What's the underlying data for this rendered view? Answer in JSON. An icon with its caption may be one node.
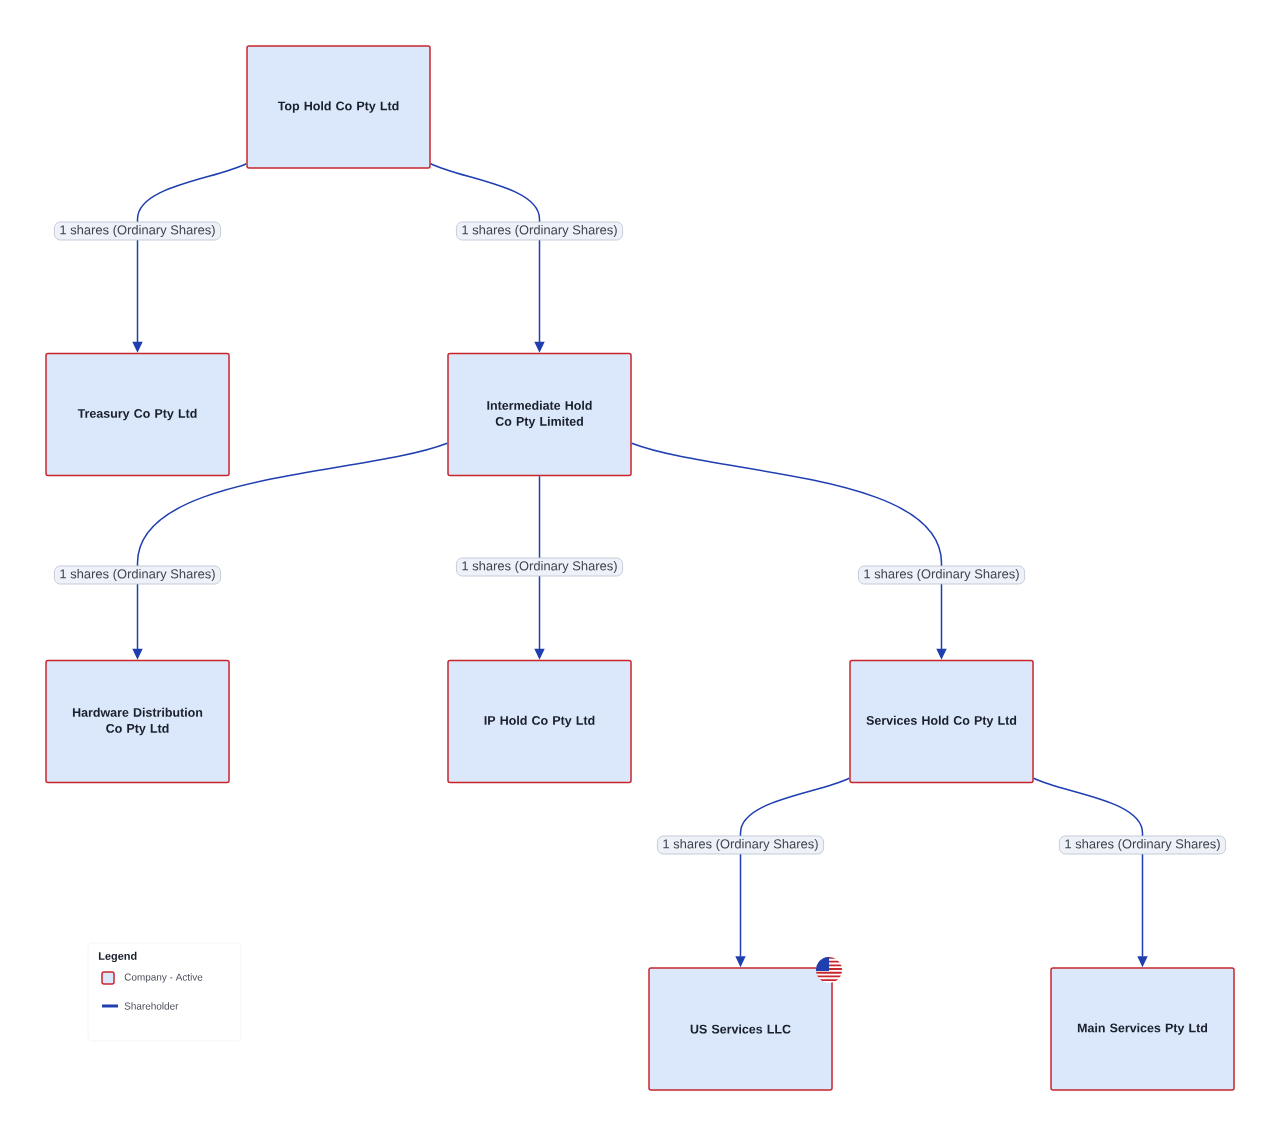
{
  "diagram": {
    "nodes": [
      {
        "text": [
          "Top Hold Co Pty Ltd"
        ]
      },
      {
        "text": [
          "Treasury Co Pty Ltd"
        ]
      },
      {
        "text": [
          "Intermediate Hold Co Pty Limited"
        ]
      },
      {
        "text": [
          "Hardware Distribution Co Pty Ltd"
        ]
      },
      {
        "text": [
          "IP Hold Co Pty Ltd"
        ]
      },
      {
        "text": [
          "Services Hold Co Pty Ltd"
        ]
      },
      {
        "text": [
          "US Services LLC"
        ]
      },
      {
        "text": [
          "Main Services Pty Ltd"
        ]
      }
    ],
    "edges": [
      {
        "from": 0,
        "to": 1,
        "arrow": "to",
        "label": "1 shares (Ordinary Shares)"
      },
      {
        "from": 0,
        "to": 2,
        "arrow": "to",
        "label": "1 shares (Ordinary Shares)"
      },
      {
        "from": 2,
        "to": 3,
        "arrow": "to",
        "label": "1 shares (Ordinary Shares)"
      },
      {
        "from": 2,
        "to": 4,
        "arrow": "to",
        "label": "1 shares (Ordinary Shares)"
      },
      {
        "from": 2,
        "to": 5,
        "arrow": "to",
        "label": "1 shares (Ordinary Shares)"
      },
      {
        "from": 5,
        "to": 6,
        "arrow": "to",
        "label": "1 shares (Ordinary Shares)"
      },
      {
        "from": 5,
        "to": 7,
        "arrow": "to",
        "label": "1 shares (Ordinary Shares)"
      }
    ],
    "labels": [
      "Legend"
    ],
    "legend": [
      {
        "text": "Company - Active",
        "color": "#dbe8fb"
      },
      {
        "text": "Shareholder"
      }
    ]
  }
}
